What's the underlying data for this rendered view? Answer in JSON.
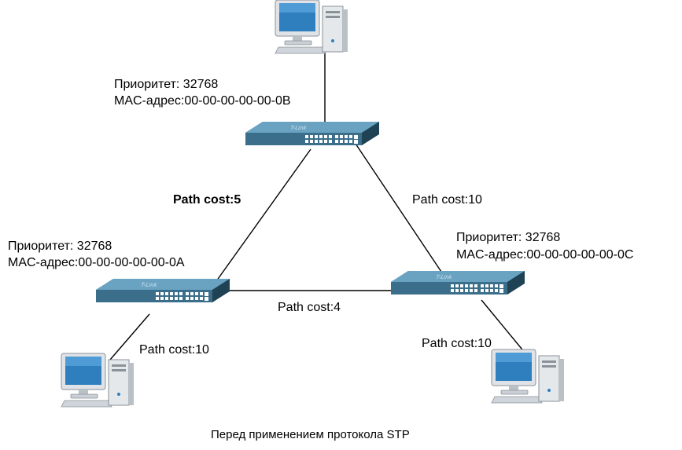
{
  "switches": {
    "top": {
      "priority": "Приоритет: 32768",
      "mac": "MAC-адрес:00-00-00-00-00-0B"
    },
    "left": {
      "priority": "Приоритет: 32768",
      "mac": "MAC-адрес:00-00-00-00-00-0A"
    },
    "right": {
      "priority": "Приоритет: 32768",
      "mac": "MAC-адрес:00-00-00-00-00-0C"
    }
  },
  "links": {
    "top_left": "Path cost:5",
    "top_right": "Path cost:10",
    "left_right": "Path cost:4",
    "left_pc": "Path cost:10",
    "right_pc": "Path cost:10"
  },
  "caption": "Перед применением протокола STP",
  "icons": [
    "computer-icon",
    "network-switch-icon"
  ],
  "colors": {
    "switch_body": "#3a6e8a",
    "switch_top": "#5b94b3",
    "pc_screen": "#2f7fbf",
    "pc_case": "#d8dde2"
  }
}
